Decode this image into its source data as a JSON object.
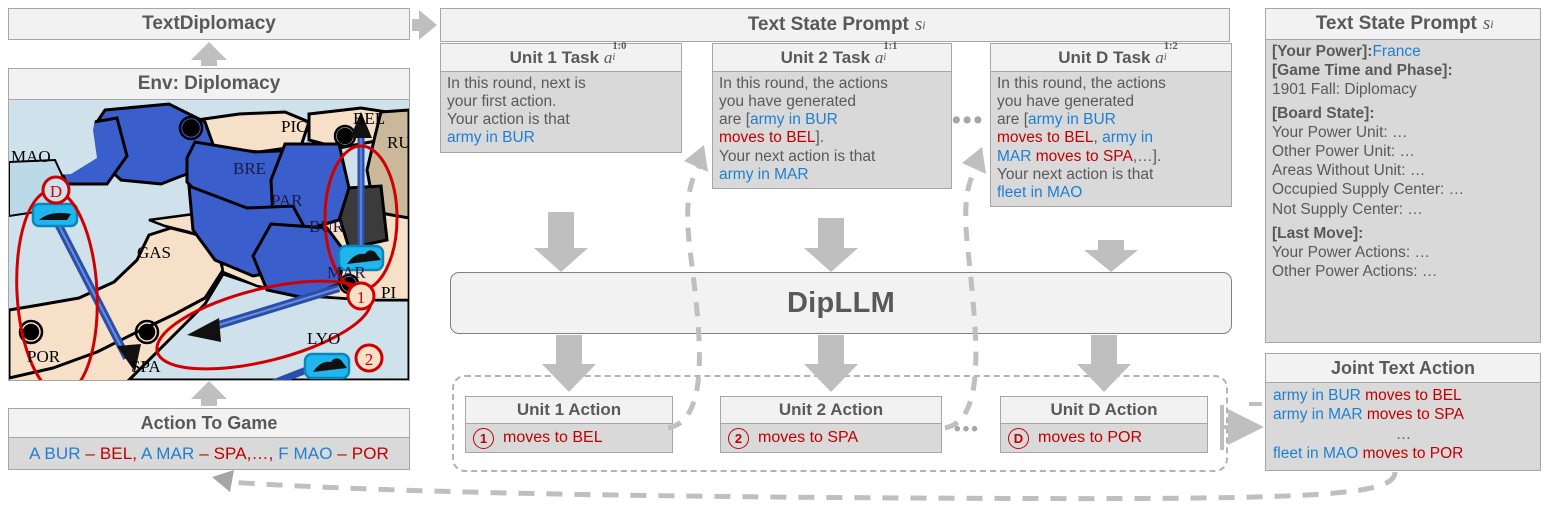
{
  "left": {
    "text_diplomacy": "TextDiplomacy",
    "env_title": "Env: Diplomacy",
    "action_to_game_title": "Action To Game",
    "action_to_game": {
      "p1": "A BUR",
      "d1": " – ",
      "p2": "BEL",
      "sep1": ", ",
      "p3": "A MAR",
      "d2": " – ",
      "p4": "SPA",
      "sep2": ",…, ",
      "p5": "F MAO",
      "d3": " – ",
      "p6": "POR"
    },
    "map_labels": [
      "MAO",
      "PIC",
      "BEL",
      "RU",
      "BRE",
      "PAR",
      "BUR",
      "MAR",
      "GAS",
      "PI",
      "POR",
      "SPA",
      "LYO"
    ],
    "map_markers": [
      "D",
      "1",
      "2"
    ]
  },
  "middle": {
    "state_prompt_title": "Text State Prompt",
    "state_prompt_sub": "s",
    "state_prompt_sub_i": "i",
    "dipllm": "DipLLM",
    "ellipsis": "•••",
    "tasks": [
      {
        "title": "Unit 1 Task",
        "sym": "a",
        "sup": "1:0",
        "sub": "i",
        "lines": [
          [
            {
              "t": "In this round, next is",
              "c": "grey"
            }
          ],
          [
            {
              "t": "your first action.",
              "c": "grey"
            }
          ],
          [
            {
              "t": "Your action is that",
              "c": "grey"
            }
          ],
          [
            {
              "t": "army in BUR",
              "c": "blue"
            }
          ]
        ]
      },
      {
        "title": "Unit 2 Task",
        "sym": "a",
        "sup": "1:1",
        "sub": "i",
        "lines": [
          [
            {
              "t": "In this round, the actions",
              "c": "grey"
            }
          ],
          [
            {
              "t": "you have generated",
              "c": "grey"
            }
          ],
          [
            {
              "t": "are [",
              "c": "grey"
            },
            {
              "t": "army in BUR",
              "c": "blue"
            }
          ],
          [
            {
              "t": "moves to BEL",
              "c": "red"
            },
            {
              "t": "].",
              "c": "grey"
            }
          ],
          [
            {
              "t": "Your next action is that",
              "c": "grey"
            }
          ],
          [
            {
              "t": "army in MAR",
              "c": "blue"
            }
          ]
        ]
      },
      {
        "title": "Unit D Task",
        "sym": "a",
        "sup": "1:2",
        "sub": "i",
        "lines": [
          [
            {
              "t": "In this round, the actions",
              "c": "grey"
            }
          ],
          [
            {
              "t": "you have generated",
              "c": "grey"
            }
          ],
          [
            {
              "t": "are [",
              "c": "grey"
            },
            {
              "t": "army in BUR",
              "c": "blue"
            }
          ],
          [
            {
              "t": "moves to BEL",
              "c": "red"
            },
            {
              "t": ", ",
              "c": "grey"
            },
            {
              "t": "army in",
              "c": "blue"
            }
          ],
          [
            {
              "t": "MAR",
              "c": "blue"
            },
            {
              "t": " moves to SPA",
              "c": "red"
            },
            {
              "t": ",…].",
              "c": "grey"
            }
          ],
          [
            {
              "t": "Your next action is that",
              "c": "grey"
            }
          ],
          [
            {
              "t": "fleet in MAO",
              "c": "blue"
            }
          ]
        ]
      }
    ],
    "actions": [
      {
        "title": "Unit 1 Action",
        "marker": "1",
        "text": "moves to BEL"
      },
      {
        "title": "Unit 2 Action",
        "marker": "2",
        "text": "moves to SPA"
      },
      {
        "title": "Unit D Action",
        "marker": "D",
        "text": "moves to POR"
      }
    ]
  },
  "right": {
    "state_prompt_title": "Text State Prompt",
    "state_prompt_sym": "s",
    "state_prompt_sub": "i",
    "state_lines": [
      [
        {
          "t": "[Your Power]:",
          "c": "grey",
          "b": true
        },
        {
          "t": "France",
          "c": "blue"
        }
      ],
      [
        {
          "t": "[Game Time and Phase]:",
          "c": "grey",
          "b": true
        }
      ],
      [
        {
          "t": "1901 Fall: Diplomacy",
          "c": "grey"
        }
      ],
      [
        {
          "t": "",
          "c": "grey"
        }
      ],
      [
        {
          "t": "[Board State]:",
          "c": "grey",
          "b": true
        }
      ],
      [
        {
          "t": "Your Power Unit: …",
          "c": "grey"
        }
      ],
      [
        {
          "t": "Other Power Unit: …",
          "c": "grey"
        }
      ],
      [
        {
          "t": "Areas Without Unit: …",
          "c": "grey"
        }
      ],
      [
        {
          "t": "Occupied Supply Center: …",
          "c": "grey"
        }
      ],
      [
        {
          "t": "Not Supply Center: …",
          "c": "grey"
        }
      ],
      [
        {
          "t": "",
          "c": "grey"
        }
      ],
      [
        {
          "t": "[Last Move]:",
          "c": "grey",
          "b": true
        }
      ],
      [
        {
          "t": "Your Power Actions: …",
          "c": "grey"
        }
      ],
      [
        {
          "t": "Other Power Actions: …",
          "c": "grey"
        }
      ]
    ],
    "joint_title": "Joint Text Action",
    "joint_lines": [
      [
        {
          "t": "army in BUR",
          "c": "blue"
        },
        {
          "t": " moves to BEL",
          "c": "red"
        }
      ],
      [
        {
          "t": "army in MAR",
          "c": "blue"
        },
        {
          "t": " moves to SPA",
          "c": "red"
        }
      ],
      [
        {
          "t": "…",
          "c": "grey",
          "center": true
        }
      ],
      [
        {
          "t": "fleet  in MAO",
          "c": "blue"
        },
        {
          "t": " moves to POR",
          "c": "red"
        }
      ]
    ]
  },
  "colors": {
    "blue": "#1f7fd0",
    "red": "#c00000",
    "grey": "#595959",
    "arrow": "#bfbfbf",
    "panel_header": "#f2f2f2",
    "panel_body": "#d9d9d9",
    "border": "#a6a6a6"
  }
}
